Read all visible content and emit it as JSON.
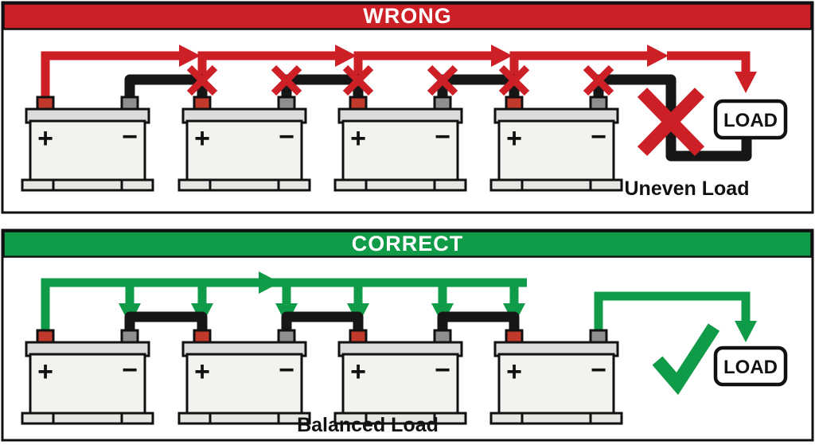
{
  "colors": {
    "wrong_red": "#cd2026",
    "correct_green": "#0f9b48",
    "cable_black": "#161616",
    "border_black": "#111111",
    "battery_body": "#f2f2ef",
    "positive_post": "#c0392b",
    "negative_post": "#8f8f8f"
  },
  "wrong_panel": {
    "title": "WRONG",
    "load_label": "LOAD",
    "caption": "Uneven Load"
  },
  "correct_panel": {
    "title": "CORRECT",
    "load_label": "LOAD",
    "caption": "Balanced Load"
  },
  "battery": {
    "positive_label": "+",
    "negative_label": "−"
  }
}
